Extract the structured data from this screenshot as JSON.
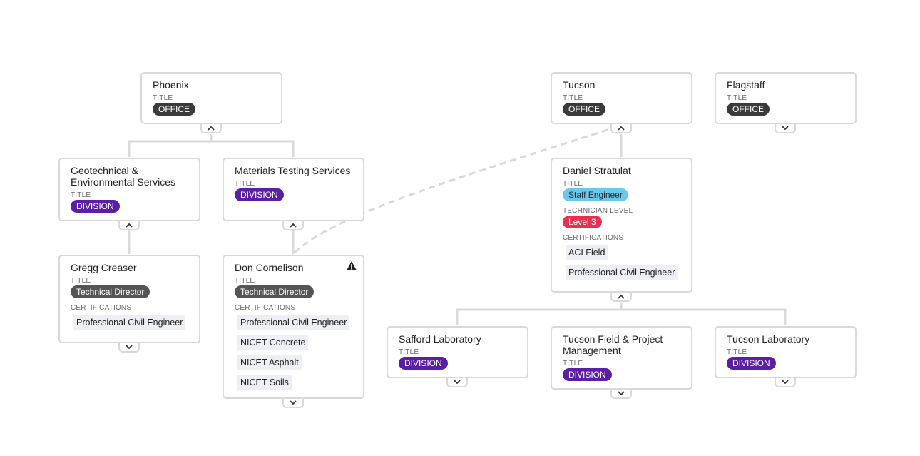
{
  "labels": {
    "title": "TITLE",
    "technician_level": "TECHNICIAN LEVEL",
    "certifications": "CERTIFICATIONS"
  },
  "cards": {
    "phoenix": {
      "name": "Phoenix",
      "title": "OFFICE"
    },
    "tucson": {
      "name": "Tucson",
      "title": "OFFICE"
    },
    "flagstaff": {
      "name": "Flagstaff",
      "title": "OFFICE"
    },
    "geo": {
      "name": "Geotechnical & Environmental Services",
      "title": "DIVISION"
    },
    "materials": {
      "name": "Materials Testing Services",
      "title": "DIVISION"
    },
    "gregg": {
      "name": "Gregg Creaser",
      "title": "Technical Director",
      "certifications": [
        "Professional Civil Engineer"
      ]
    },
    "don": {
      "name": "Don Cornelison",
      "title": "Technical Director",
      "certifications": [
        "Professional Civil Engineer",
        "NICET Concrete",
        "NICET Asphalt",
        "NICET Soils"
      ]
    },
    "daniel": {
      "name": "Daniel Stratulat",
      "title": "Staff Engineer",
      "technician_level": "Level 3",
      "certifications": [
        "ACI Field",
        "Professional Civil Engineer"
      ]
    },
    "safford": {
      "name": "Safford Laboratory",
      "title": "DIVISION"
    },
    "tucson_field": {
      "name": "Tucson Field & Project Management",
      "title": "DIVISION"
    },
    "tucson_lab": {
      "name": "Tucson Laboratory",
      "title": "DIVISION"
    }
  },
  "colors": {
    "office_badge": "#3a3a3a",
    "division_badge": "#5b1ea6",
    "technical_director_badge": "#555555",
    "staff_engineer_badge": "#6cc8ea",
    "level_badge": "#e8304f",
    "certification_chip": "#edeff5",
    "connector": "#d9d9d9"
  },
  "icons": {
    "expanded": "chevron-up-icon",
    "collapsed": "chevron-down-icon",
    "warning": "warning-icon"
  }
}
